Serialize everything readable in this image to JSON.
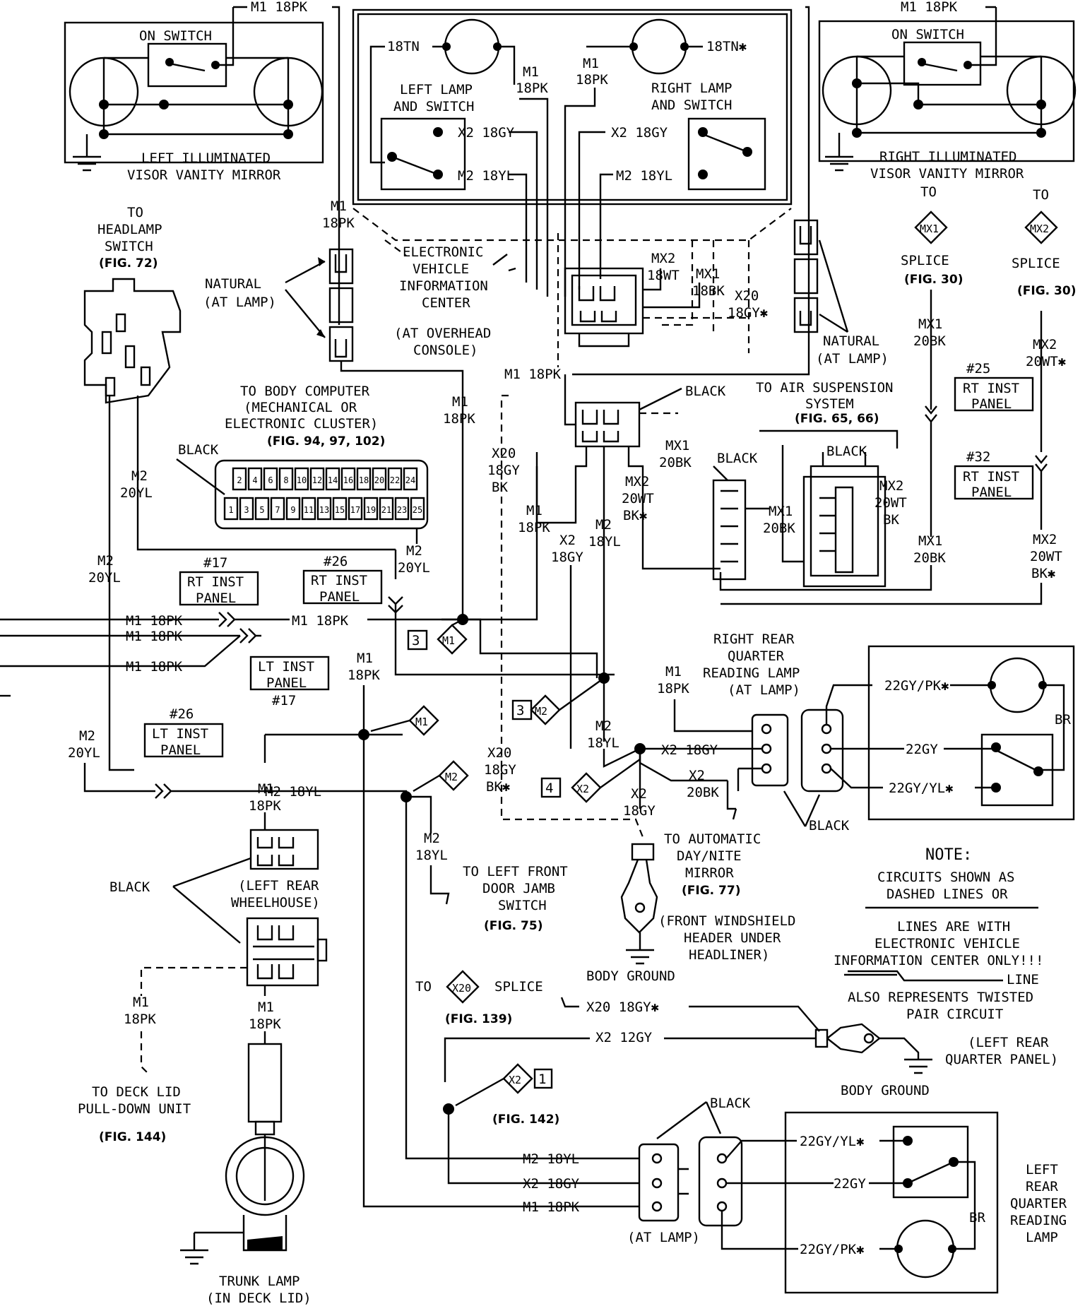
{
  "title": "",
  "labels": {
    "m1_18pk": "M1 18PK",
    "m1": "M1",
    "pk18": "18PK",
    "on_switch": "ON SWITCH",
    "left_visor_1": "LEFT ILLUMINATED",
    "left_visor_2": "VISOR VANITY MIRROR",
    "right_visor_1": "RIGHT ILLUMINATED",
    "right_visor_2": "VISOR VANITY MIRROR",
    "tn18": "18TN",
    "tn18_star": "18TN✱",
    "left_lamp_1": "LEFT LAMP",
    "left_lamp_2": "AND SWITCH",
    "right_lamp_1": "RIGHT LAMP",
    "right_lamp_2": "AND SWITCH",
    "x2_18gy": "X2 18GY",
    "m2_18yl": "M2 18YL",
    "evic_1": "ELECTRONIC",
    "evic_2": "VEHICLE",
    "evic_3": "INFORMATION",
    "evic_4": "CENTER",
    "overhead_1": "(AT OVERHEAD",
    "overhead_2": "CONSOLE)",
    "mx2_18wt_1": "MX2",
    "mx2_18wt_2": "18WT",
    "mx1_18bk_1": "MX1",
    "mx1_18bk_2": "18BK",
    "x20_1": "X20",
    "x20_2": "18GY✱",
    "natural": "NATURAL",
    "at_lamp_l": "(AT LAMP)",
    "natural_r": "NATURAL",
    "at_lamp_r": "(AT LAMP)",
    "to": "TO",
    "headlamp_1": "HEADLAMP",
    "headlamp_2": "SWITCH",
    "fig72": "(FIG. 72)",
    "mx1_diamond": "MX1",
    "mx2_diamond": "MX2",
    "splice": "SPLICE",
    "fig30": "(FIG. 30)",
    "mx1_20bk_1": "MX1",
    "mx1_20bk_2": "20BK",
    "mx2_20wt_1": "MX2",
    "mx2_20wt_2": "20WT✱",
    "num25": "#25",
    "num32": "#32",
    "rt_inst": "RT INST",
    "lt_inst": "LT INST",
    "panel": "PANEL",
    "black": "BLACK",
    "to_air_1": "TO AIR SUSPENSION",
    "to_air_2": "SYSTEM",
    "fig65": "(FIG. 65, 66)",
    "to_body_1": "TO BODY COMPUTER",
    "to_body_2": "(MECHANICAL OR",
    "to_body_3": "ELECTRONIC CLUSTER)",
    "fig94": "(FIG. 94, 97, 102)",
    "pins_top": [
      "2",
      "4",
      "6",
      "8",
      "10",
      "12",
      "14",
      "16",
      "18",
      "20",
      "22",
      "24"
    ],
    "pins_bottom": [
      "1",
      "3",
      "5",
      "7",
      "9",
      "11",
      "13",
      "15",
      "17",
      "19",
      "21",
      "23",
      "25"
    ],
    "m2_20yl_1": "M2",
    "m2_20yl_2": "20YL",
    "x20_18gy_bk_1": "X20",
    "x20_18gy_bk_2": "18GY",
    "x20_18gy_bk_3": "BK",
    "mx2_20wt_bk_1": "MX2",
    "mx2_20wt_bk_2": "20WT",
    "mx2_20wt_bk_3": "BK✱",
    "mx1_20bk_a": "MX1",
    "mx1_20bk_b": "20BK",
    "x2_18gy_1": "X2",
    "x2_18gy_2": "18GY",
    "m2_18yl_1": "M2",
    "m2_18yl_2": "18YL",
    "mx2_20wt_bk_r1": "MX2",
    "mx2_20wt_bk_r2": "20WT",
    "mx2_20wt_bk_r3": "BK✱",
    "mx2_20wt_r1": "MX2",
    "mx2_20wt_r2": "20WT",
    "mx2_20wt_r3": "BK",
    "num17": "#17",
    "num26": "#26",
    "right_rear_1": "RIGHT REAR",
    "right_rear_2": "QUARTER",
    "right_rear_3": "READING LAMP",
    "right_rear_4": "(AT LAMP)",
    "gy22_pk": "22GY/PK✱",
    "gy22": "22GY",
    "gy22_yl": "22GY/YL✱",
    "br": "BR",
    "x2_20bk_1": "X2",
    "x2_20bk_2": "20BK",
    "num3": "3",
    "num4": "4",
    "x2": "X2",
    "m2": "M2",
    "x20_bk_1": "X20",
    "x20_bk_2": "18GY",
    "x20_bk_3": "BK✱",
    "to_auto_1": "TO AUTOMATIC",
    "to_auto_2": "DAY/NITE",
    "to_auto_3": "MIRROR",
    "fig77": "(FIG. 77)",
    "front_ws_1": "(FRONT WINDSHIELD",
    "front_ws_2": "HEADER UNDER",
    "front_ws_3": "HEADLINER)",
    "body_ground": "BODY GROUND",
    "note_title": "NOTE:",
    "note_1": "CIRCUITS SHOWN AS",
    "note_2": "DASHED LINES OR",
    "note_3": "LINES ARE WITH",
    "note_4": "ELECTRONIC VEHICLE",
    "note_5": "INFORMATION CENTER ONLY!!!",
    "note_6": "LINE",
    "note_7": "ALSO REPRESENTS TWISTED",
    "note_8": "PAIR CIRCUIT",
    "to_left_front_1": "TO LEFT FRONT",
    "to_left_front_2": "DOOR JAMB",
    "to_left_front_3": "SWITCH",
    "fig75": "(FIG. 75)",
    "left_rear_wh_1": "(LEFT REAR",
    "left_rear_wh_2": "WHEELHOUSE)",
    "x20": "X20",
    "fig139": "(FIG. 139)",
    "x20_18gy_star": "X20 18GY✱",
    "x2_12gy": "X2 12GY",
    "left_rear_qp_1": "(LEFT REAR",
    "left_rear_qp_2": "QUARTER PANEL)",
    "num1": "1",
    "fig142": "(FIG. 142)",
    "to_deck_1": "TO DECK LID",
    "to_deck_2": "PULL-DOWN UNIT",
    "fig144": "(FIG. 144)",
    "m2_18yl_b": "M2 18YL",
    "x2_18gy_b": "X2 18GY",
    "m1_18pk_b": "M1 18PK",
    "at_lamp_b": "(AT LAMP)",
    "left_rear_lamp_1": "LEFT",
    "left_rear_lamp_2": "REAR",
    "left_rear_lamp_3": "QUARTER",
    "left_rear_lamp_4": "READING",
    "left_rear_lamp_5": "LAMP",
    "trunk_1": "TRUNK LAMP",
    "trunk_2": "(IN DECK LID)"
  }
}
